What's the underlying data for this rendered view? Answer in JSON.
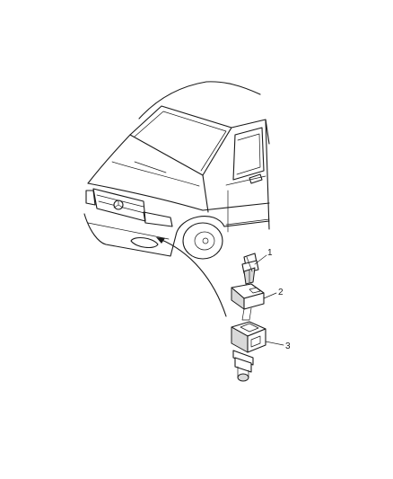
{
  "diagram": {
    "callouts": [
      {
        "number": "1"
      },
      {
        "number": "2"
      },
      {
        "number": "3"
      }
    ]
  }
}
